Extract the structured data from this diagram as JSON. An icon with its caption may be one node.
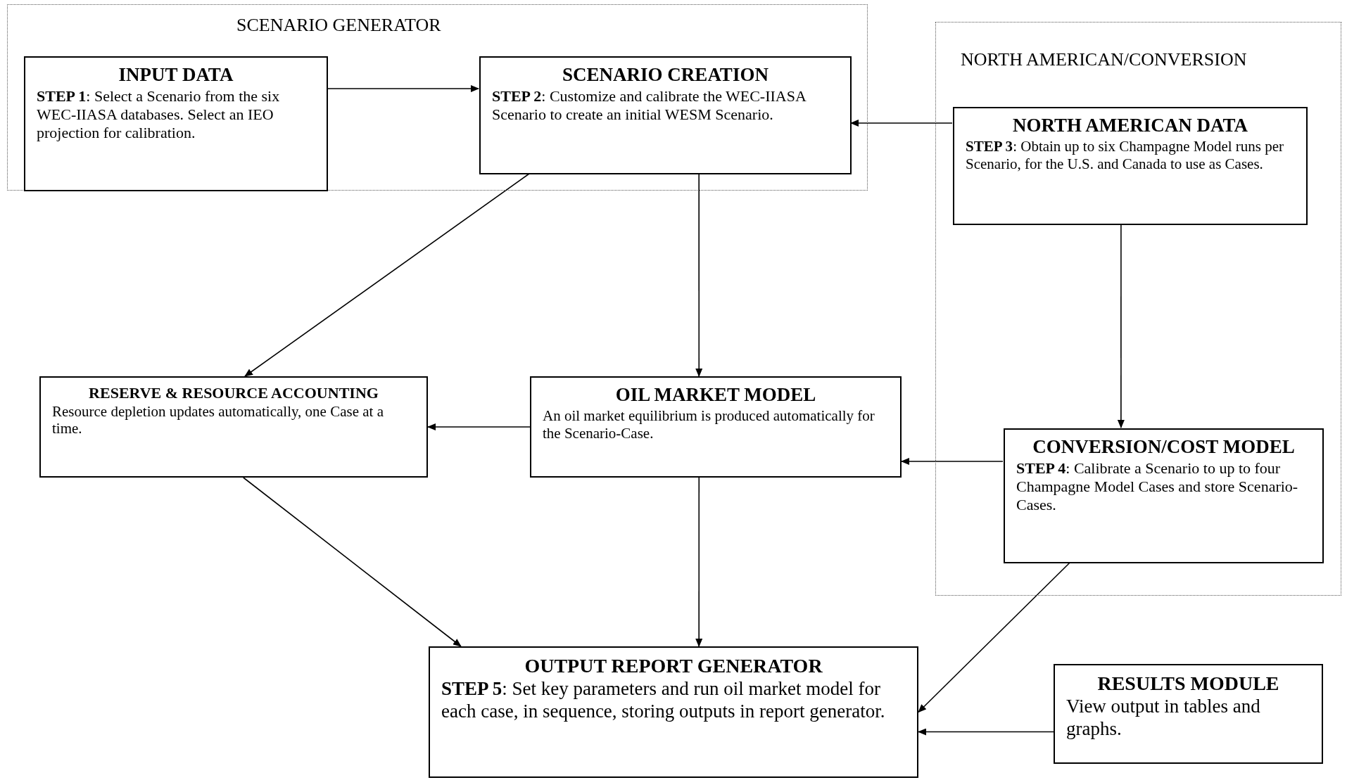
{
  "diagram": {
    "nodes": [
      {
        "text": [
          "SCENARIO GENERATOR"
        ]
      },
      {
        "text": [
          "INPUT DATA",
          "**STEP 1**: Select a Scenario from the six WEC-IIASA databases. Select an IEO projection for calibration."
        ],
        "in": 0
      },
      {
        "text": [
          "SCENARIO CREATION",
          "**STEP 2**: Customize and calibrate the WEC-IIASA Scenario to create an initial WESM Scenario."
        ],
        "in": 0
      },
      {
        "text": [
          "NORTH AMERICAN/CONVERSION"
        ]
      },
      {
        "text": [
          "NORTH AMERICAN DATA",
          "**STEP 3**: Obtain up to six Champagne Model runs per Scenario, for the U.S. and Canada to use as Cases."
        ],
        "in": 3
      },
      {
        "text": [
          "RESERVE & RESOURCE ACCOUNTING",
          "Resource depletion updates automatically, one Case at a time."
        ]
      },
      {
        "text": [
          "OIL MARKET MODEL",
          "An oil market equilibrium is produced automatically for the Scenario-Case."
        ]
      },
      {
        "text": [
          "CONVERSION/COST MODEL",
          "**STEP 4**: Calibrate a Scenario to up to four Champagne Model Cases and store Scenario-Cases."
        ],
        "in": 3
      },
      {
        "text": [
          "OUTPUT REPORT GENERATOR",
          "**STEP 5**: Set key parameters and run oil market model for each case, in sequence, storing outputs in report generator."
        ]
      },
      {
        "text": [
          "RESULTS MODULE",
          "View output in tables and graphs."
        ]
      }
    ],
    "edges": [
      {
        "from": 1,
        "to": 2,
        "arrow": "to"
      },
      {
        "from": 4,
        "to": 2,
        "arrow": "to"
      },
      {
        "from": 2,
        "to": 5,
        "arrow": "to"
      },
      {
        "from": 2,
        "to": 6,
        "arrow": "to"
      },
      {
        "from": 4,
        "to": 7,
        "arrow": "to"
      },
      {
        "from": 6,
        "to": 5,
        "arrow": "to"
      },
      {
        "from": 7,
        "to": 6,
        "arrow": "to"
      },
      {
        "from": 5,
        "to": 8,
        "arrow": "to"
      },
      {
        "from": 6,
        "to": 8,
        "arrow": "to"
      },
      {
        "from": 7,
        "to": 8,
        "arrow": "to"
      },
      {
        "from": 9,
        "to": 8,
        "arrow": "to"
      }
    ]
  }
}
